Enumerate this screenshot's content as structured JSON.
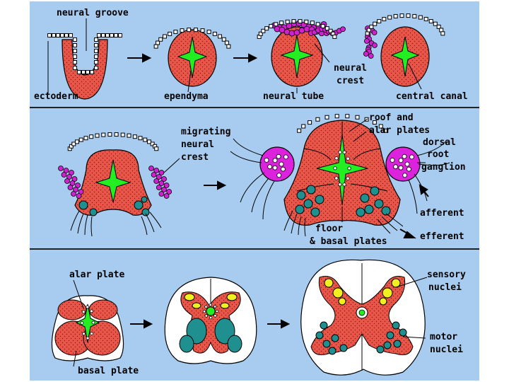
{
  "colors": {
    "background": "#a8ccf0",
    "tissue": "#e8564a",
    "canal": "#22ee22",
    "crest": "#d020d0",
    "ganglion": "#dd22dd",
    "motor": "#1f8f8f",
    "sensory": "#f0f020",
    "divider": "#222222",
    "label": "#000000"
  },
  "labels": {
    "neural_groove": "neural groove",
    "ectoderm": "ectoderm",
    "ependyma": "ependyma",
    "neural_tube": "neural tube",
    "neural_crest_1": "neural",
    "neural_crest_2": "crest",
    "central_canal": "central canal",
    "migrating_1": "migrating",
    "migrating_2": "neural",
    "migrating_3": "crest",
    "roof_1": "roof and",
    "roof_2": "alar plates",
    "drg_1": "dorsal",
    "drg_2": "root",
    "drg_3": "ganglion",
    "afferent": "afferent",
    "efferent": "efferent",
    "floor_1": "floor",
    "floor_2": "& basal plates",
    "alar_plate": "alar plate",
    "basal_plate": "basal plate",
    "sensory_1": "sensory",
    "sensory_2": "nuclei",
    "motor_1": "motor",
    "motor_2": "nuclei"
  }
}
